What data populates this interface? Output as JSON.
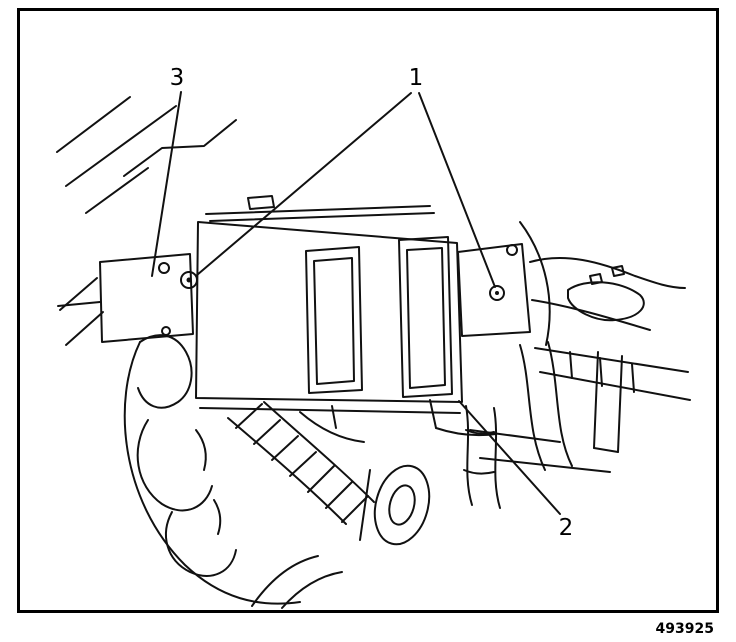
{
  "diagram": {
    "callouts": [
      {
        "label": "1"
      },
      {
        "label": "2"
      },
      {
        "label": "3"
      }
    ],
    "figure_number": "493925",
    "colors": {
      "line": "#111111",
      "background": "#ffffff"
    }
  }
}
